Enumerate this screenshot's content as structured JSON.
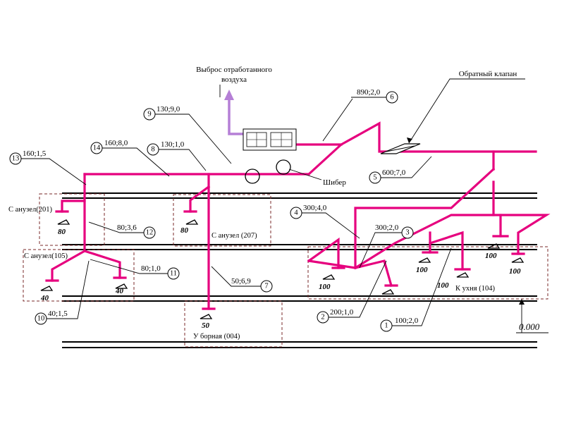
{
  "exhaust_label": [
    "Выброс отработанного",
    "воздуха"
  ],
  "check_valve_label": "Обратный клапан",
  "damper_label": "Шибер",
  "elevation": "0.000",
  "rooms": {
    "r201": "С анузел(201)",
    "r207": "С анузел (207)",
    "r105": "С анузел(105)",
    "r004": "У борная (004)",
    "r104": "К ухня (104)"
  },
  "sections": [
    {
      "num": "1",
      "label": "100;2,0"
    },
    {
      "num": "2",
      "label": "200;1,0"
    },
    {
      "num": "3",
      "label": "300;2,0"
    },
    {
      "num": "4",
      "label": "300;4,0"
    },
    {
      "num": "5",
      "label": "600;7,0"
    },
    {
      "num": "6",
      "label": "890;2,0"
    },
    {
      "num": "7",
      "label": "50;6,9"
    },
    {
      "num": "8",
      "label": "130;1,0"
    },
    {
      "num": "9",
      "label": "130;9,0"
    },
    {
      "num": "10",
      "label": "40;1,5"
    },
    {
      "num": "11",
      "label": "80;1,0"
    },
    {
      "num": "12",
      "label": "80;3,6"
    },
    {
      "num": "13",
      "label": "160;1,5"
    },
    {
      "num": "14",
      "label": "160;8,0"
    }
  ],
  "terminal_flows": {
    "t201": "80",
    "t207": "80",
    "t105a": "40",
    "t105b": "40",
    "t004": "50",
    "k1": "100",
    "k2": "100",
    "k3": "100",
    "k4": "100",
    "k5": "100"
  },
  "colors": {
    "duct": "#e6007e",
    "exhaust_arrow": "#b57fd6",
    "zone_border": "#7a2a2a",
    "line": "#000000"
  }
}
